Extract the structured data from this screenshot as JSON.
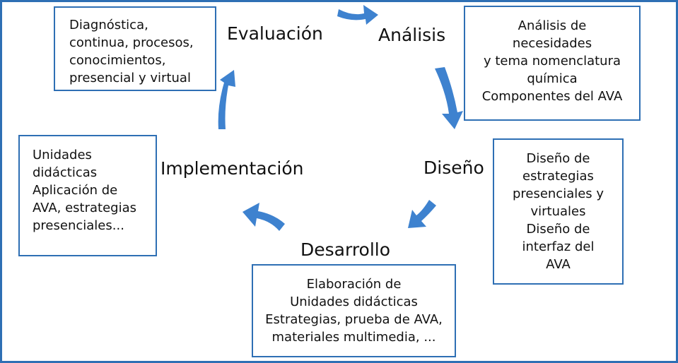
{
  "colors": {
    "accent": "#2e6fb4",
    "arrow": "#3e82cf",
    "text": "#111111",
    "background": "#ffffff"
  },
  "stages": {
    "evaluacion": "Evaluación",
    "analisis": "Análisis",
    "diseno": "Diseño",
    "desarrollo": "Desarrollo",
    "implementacion": "Implementación"
  },
  "boxes": {
    "evaluacion": [
      "Diagnóstica,",
      "continua, procesos,",
      "conocimientos,",
      "presencial y virtual"
    ],
    "analisis": [
      "Análisis de",
      "necesidades",
      "y tema nomenclatura",
      "química",
      "Componentes del AVA"
    ],
    "diseno": [
      "Diseño de",
      "estrategias",
      "presenciales y",
      "virtuales",
      "Diseño de",
      "interfaz del",
      "AVA"
    ],
    "desarrollo": [
      "Elaboración de",
      "Unidades didácticas",
      "Estrategias, prueba de AVA,",
      "materiales multimedia, ..."
    ],
    "implementacion": [
      "Unidades",
      "didácticas",
      "Aplicación de",
      "AVA, estrategias",
      "presenciales..."
    ]
  }
}
